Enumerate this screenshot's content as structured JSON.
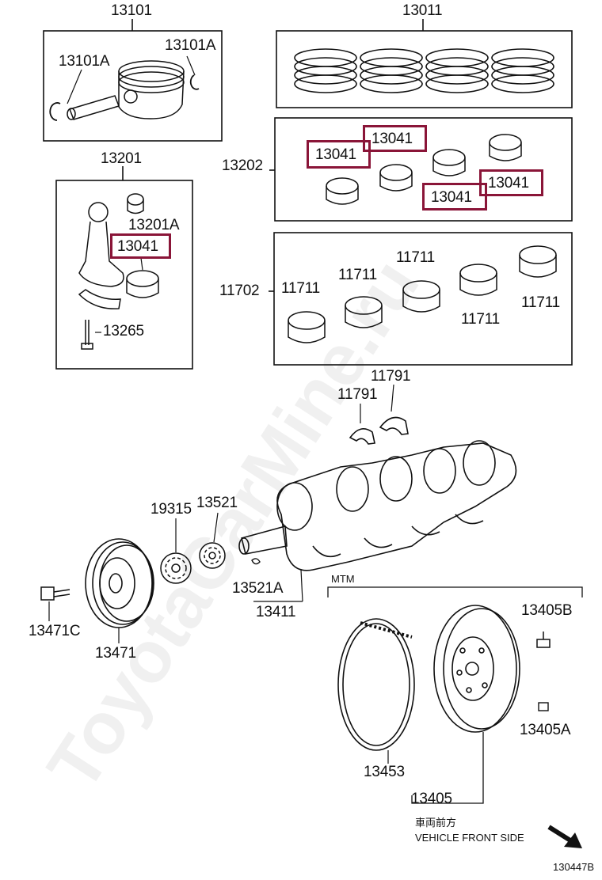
{
  "groups": {
    "piston": "13101",
    "piston_ring_set": "13011",
    "connecting_rod": "13201",
    "rod_bearing_set": "13202",
    "main_bearing_set": "11702"
  },
  "parts": {
    "ring_left": "13101A",
    "ring_right": "13101A",
    "rod_bushing": "13201A",
    "rod_bolt": "13265",
    "crank_bearing_a": "11711",
    "crank_bearing_b": "11711",
    "crank_bearing_c": "11711",
    "crank_bearing_d": "11711",
    "crank_bearing_e": "11711",
    "thrust_washer_a": "11791",
    "thrust_washer_b": "11791",
    "crank_gear": "19315",
    "crank_sprocket": "13521",
    "key": "13521A",
    "crankshaft": "13411",
    "pulley_bolt": "13471C",
    "pulley": "13471",
    "flywheel_bolt": "13405B",
    "flywheel_pin": "13405A",
    "ring_gear": "13453",
    "flywheel": "13405"
  },
  "highlighted": {
    "rod_bearing_1": "13041",
    "set_bearing_1": "13041",
    "set_bearing_2": "13041",
    "set_bearing_3": "13041",
    "set_bearing_4": "13041"
  },
  "notes": {
    "transmission": "MTM",
    "direction_jp": "車両前方",
    "direction_en": "VEHICLE FRONT SIDE",
    "figure_id": "130447B"
  },
  "watermark": "ToyotaCarMine.ru",
  "colors": {
    "highlight": "#8a1538",
    "ink": "#111111"
  }
}
